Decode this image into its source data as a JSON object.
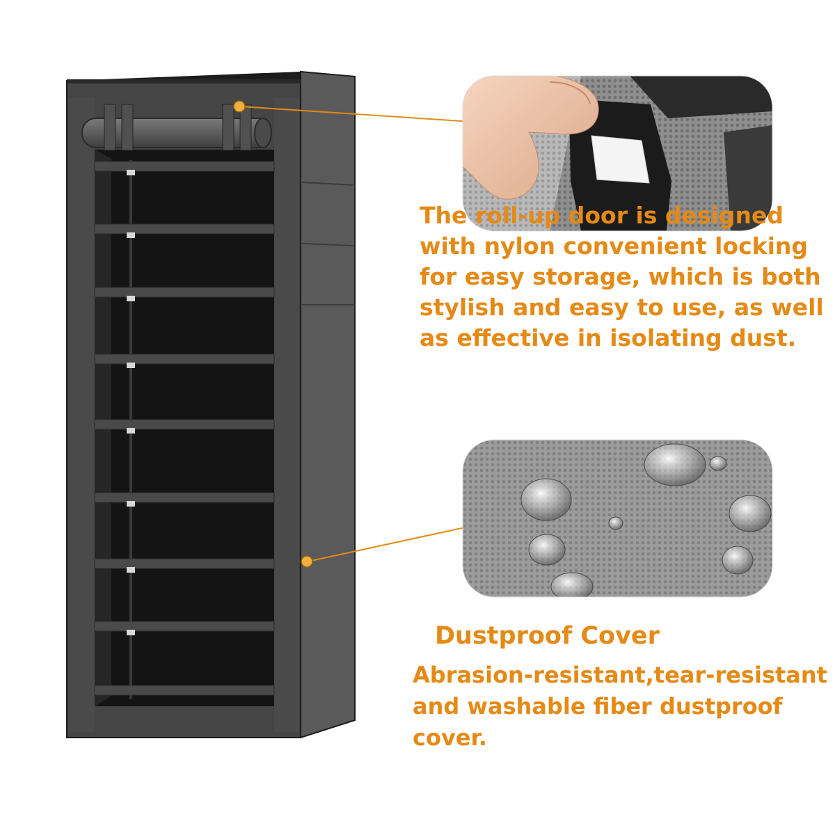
{
  "product": {
    "name": "fabric shoe cabinet with roll-up door",
    "cover_color": "#3a3a3a",
    "accent_color": "#e58a16"
  },
  "callouts": [
    {
      "image": "velcro-strap-closeup",
      "text_lines": [
        "The roll-up door is designed",
        "with nylon convenient locking",
        "for easy storage, which is both",
        "stylish and easy to use, as well",
        "as effective in isolating dust."
      ]
    },
    {
      "image": "water-droplets-on-fabric",
      "title": "Dustproof Cover",
      "text_lines": [
        "Abrasion-resistant,tear-resistant",
        "and washable fiber dustproof",
        "cover."
      ]
    }
  ]
}
